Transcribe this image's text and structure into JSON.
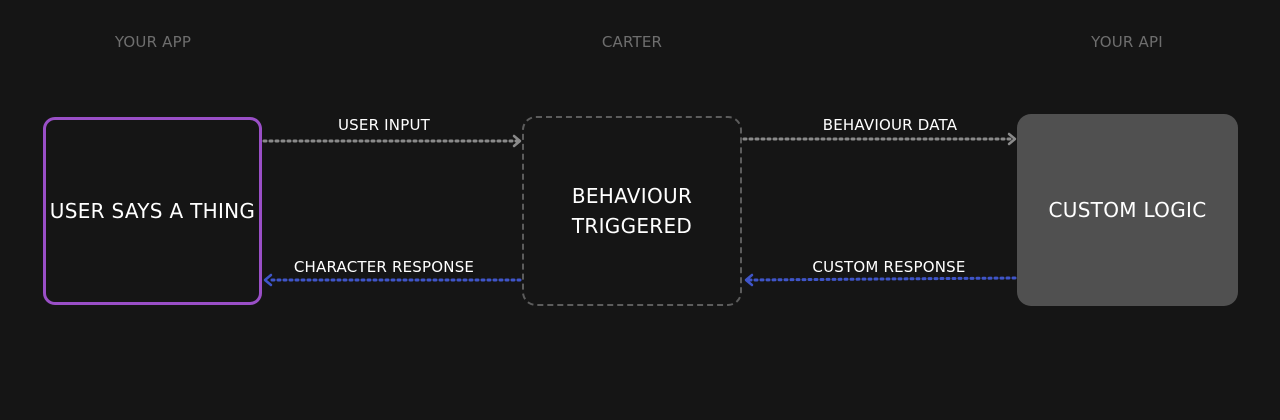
{
  "columns": {
    "left": "YOUR APP",
    "middle": "CARTER",
    "right": "YOUR API"
  },
  "nodes": {
    "user": "USER SAYS A THING",
    "behaviour": "BEHAVIOUR TRIGGERED",
    "custom": "CUSTOM LOGIC"
  },
  "edges": {
    "user_input": "USER INPUT",
    "behaviour_data": "BEHAVIOUR DATA",
    "character_response": "CHARACTER RESPONSE",
    "custom_response": "CUSTOM RESPONSE"
  },
  "colors": {
    "background": "#151515",
    "user_border": "#9a4fc7",
    "request_arrow": "#8a8a8a",
    "response_arrow": "#3f55c9",
    "custom_fill": "#505050"
  }
}
